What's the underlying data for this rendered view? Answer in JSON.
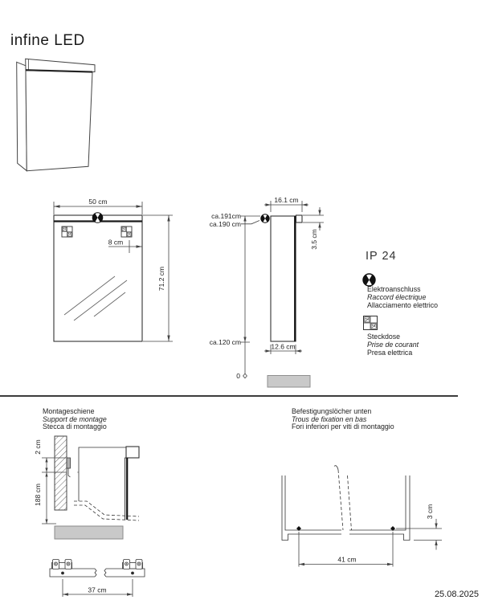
{
  "title": "infine LED",
  "date": "25.08.2025",
  "ip_rating": "IP 24",
  "colors": {
    "line": "#333333",
    "gray_fill": "#c9c9c9",
    "divider": "#3c3c3c"
  },
  "icons": {
    "electrical_connection": "electrical-connection-icon",
    "socket": "socket-icon"
  },
  "front_view": {
    "width_label": "50 cm",
    "height_label": "71.2 cm",
    "socket_offset_label": "8 cm"
  },
  "side_view": {
    "depth_total_label": "16.1 cm",
    "light_height_label": "3.5 cm",
    "height_top_label": "ca.191cm",
    "height_connection_label": "ca.190 cm",
    "height_bottom_label": "ca.120 cm",
    "depth_body_label": "12.6 cm",
    "floor_label": "0"
  },
  "legend": {
    "electrical_lines": [
      "Elektroanschluss",
      "Raccord électrique",
      "Allacciamento elettrico"
    ],
    "socket_lines": [
      "Steckdose",
      "Prise de courant",
      "Presa elettrica"
    ]
  },
  "mounting_rail": {
    "labels": [
      "Montageschiene",
      "Support de montage",
      "Stecca di montaggio"
    ],
    "top_gap_label": "2 cm",
    "height_label": "188 cm",
    "rail_length_label": "37 cm"
  },
  "fixing_holes": {
    "labels": [
      "Befestigungslöcher unten",
      "Trous de fixation en bas",
      "Fori inferiori per viti di montaggio"
    ],
    "spacing_label": "41 cm",
    "edge_offset_label": "3 cm"
  }
}
